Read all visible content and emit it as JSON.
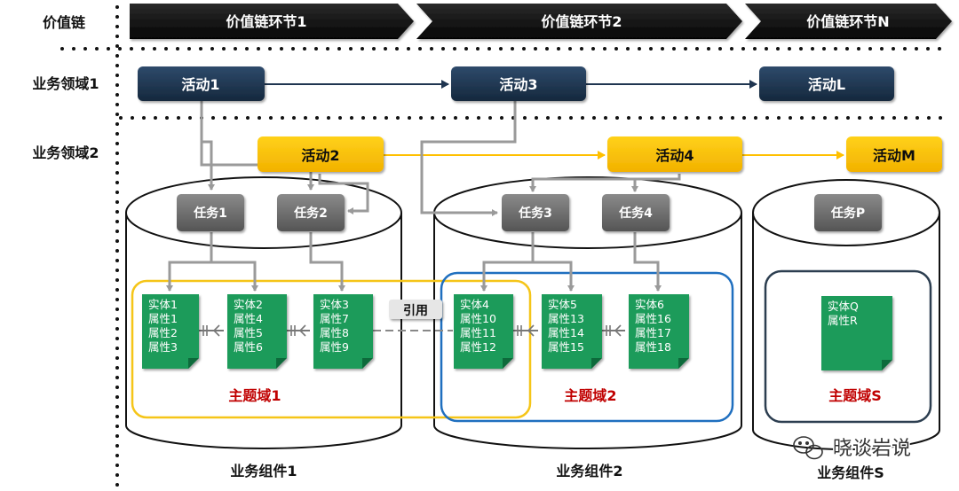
{
  "row_labels": {
    "value_chain": "价值链",
    "domain1": "业务领域1",
    "domain2": "业务领域2"
  },
  "value_chain_stages": [
    "价值链环节1",
    "价值链环节2",
    "价值链环节N"
  ],
  "domain1_activities": [
    "活动1",
    "活动3",
    "活动L"
  ],
  "domain2_activities": [
    "活动2",
    "活动4",
    "活动M"
  ],
  "tasks": [
    "任务1",
    "任务2",
    "任务3",
    "任务4",
    "任务P"
  ],
  "entities": [
    [
      "实体1",
      "属性1",
      "属性2",
      "属性3"
    ],
    [
      "实体2",
      "属性4",
      "属性5",
      "属性6"
    ],
    [
      "实体3",
      "属性7",
      "属性8",
      "属性9"
    ],
    [
      "实体4",
      "属性10",
      "属性11",
      "属性12"
    ],
    [
      "实体5",
      "属性13",
      "属性14",
      "属性15"
    ],
    [
      "实体6",
      "属性16",
      "属性17",
      "属性18"
    ],
    [
      "实体Q",
      "属性R"
    ]
  ],
  "reference_label": "引用",
  "subject_domains": [
    "主题域1",
    "主题域2",
    "主题域S"
  ],
  "components": [
    "业务组件1",
    "业务组件2",
    "业务组件S"
  ],
  "watermark": "晓谈岩说",
  "colors": {
    "chevron": "#111111",
    "activity_navy": "#1f3550",
    "activity_yellow": "#ffc000",
    "task_gray": "#6e6e6e",
    "entity_green": "#1f9b5a",
    "connector_gray": "#9a9a9a",
    "subject_red": "#c00000",
    "outline_yellow": "#f5c518",
    "outline_blue": "#1f6fbf",
    "outline_navy": "#2c3e50"
  }
}
